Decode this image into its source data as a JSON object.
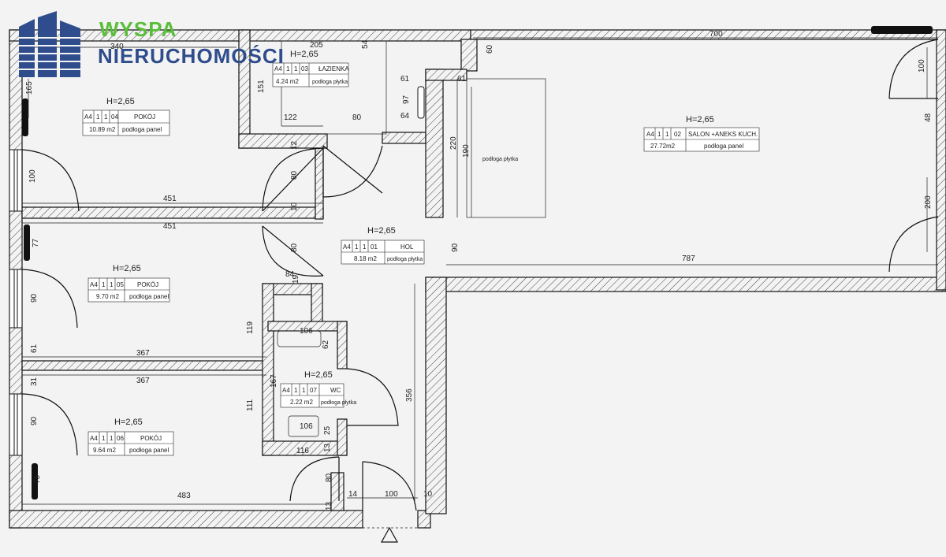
{
  "logo": {
    "line1": "WYSPA",
    "line2": "NIERUCHOMOŚCI",
    "icon": "building-icon",
    "colors": {
      "green": "#5bbf3a",
      "blue": "#2f4d8c"
    }
  },
  "rooms": [
    {
      "id": "04",
      "height": "H=2,65",
      "code": [
        "A4",
        "1",
        "1",
        "04"
      ],
      "name": "POKÓJ",
      "area": "10.89 m2",
      "floor": "podłoga panel"
    },
    {
      "id": "05",
      "height": "H=2,65",
      "code": [
        "A4",
        "1",
        "1",
        "05"
      ],
      "name": "POKÓJ",
      "area": "9.70 m2",
      "floor": "podłoga panel"
    },
    {
      "id": "06",
      "height": "H=2,65",
      "code": [
        "A4",
        "1",
        "1",
        "06"
      ],
      "name": "POKÓJ",
      "area": "9.64 m2",
      "floor": "podłoga panel"
    },
    {
      "id": "03",
      "height": "H=2,65",
      "code": [
        "A4",
        "1",
        "1",
        "03"
      ],
      "name": "ŁAZIENKA",
      "area": "4.24 m2",
      "floor": "podłoga płytka"
    },
    {
      "id": "01",
      "height": "H=2,65",
      "code": [
        "A4",
        "1",
        "1",
        "01"
      ],
      "name": "HOL",
      "area": "8.18 m2",
      "floor": "podłoga płytka"
    },
    {
      "id": "07",
      "height": "H=2,65",
      "code": [
        "A4",
        "1",
        "1",
        "07"
      ],
      "name": "WC",
      "area": "2.22 m2",
      "floor": "podłoga płytka"
    },
    {
      "id": "02",
      "height": "H=2,65",
      "code": [
        "A4",
        "1",
        "1",
        "02"
      ],
      "name": "SALON +ANEKS KUCH.",
      "area": "27.72m2",
      "floor": "podłoga panel"
    }
  ],
  "labels": {
    "kitchen_floor": "podłoga płytka"
  },
  "dimensions": {
    "d340": "340",
    "d700": "700",
    "d205": "205",
    "d54": "54",
    "d60": "60",
    "d61a": "61",
    "d61b": "61",
    "d165": "165",
    "d151": "151",
    "d97": "97",
    "d122": "122",
    "d80a": "80",
    "d64": "64",
    "d100a": "100",
    "d48": "48",
    "d220": "220",
    "d190": "190",
    "d12": "12",
    "d80b": "80",
    "d100b": "100",
    "d451a": "451",
    "d10": "10",
    "d451b": "451",
    "d77": "77",
    "d80c": "80",
    "d90a": "90",
    "d787": "787",
    "d200": "200",
    "d84": "84",
    "d19": "19",
    "d90b": "90",
    "d119": "119",
    "d106a": "106",
    "d62": "62",
    "d61c": "61",
    "d367a": "367",
    "d31": "31",
    "d367b": "367",
    "d167": "167",
    "d356": "356",
    "d111": "111",
    "d90c": "90",
    "d106b": "106",
    "d25": "25",
    "d13a": "13",
    "d116": "116",
    "d75": "75",
    "d80d": "80",
    "d483": "483",
    "d14": "14",
    "d100c": "100",
    "d10b": "10",
    "d13b": "13"
  }
}
